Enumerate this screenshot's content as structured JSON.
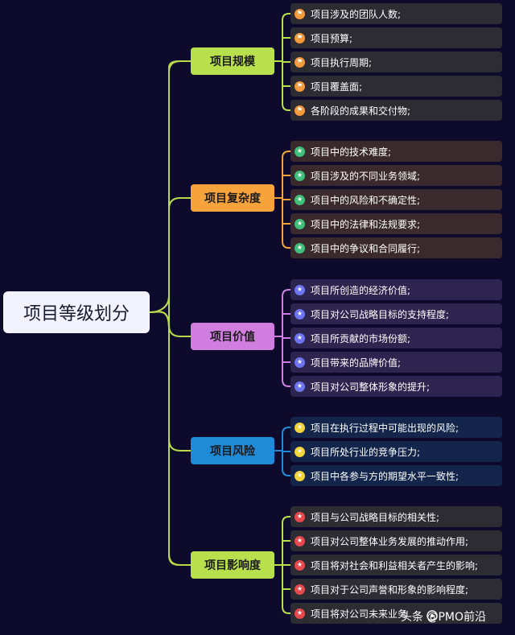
{
  "root": {
    "label": "项目等级划分"
  },
  "colors": {
    "background": "#0d0a2b",
    "root_fill": "#f1f4ff",
    "connector": "#b7d94a"
  },
  "branches": [
    {
      "label": "项目规模",
      "color": "#b7e04c",
      "leaf_bg": "#2d2c33",
      "icon": "flag-icon",
      "icon_color": "#f39a3a",
      "icon_glyph": "⚑",
      "leaves": [
        "项目涉及的团队人数;",
        "项目预算;",
        "项目执行周期;",
        "项目覆盖面;",
        "各阶段的成果和交付物;"
      ]
    },
    {
      "label": "项目复杂度",
      "color": "#f5a33a",
      "leaf_bg": "#3a2a2e",
      "icon": "star-icon",
      "icon_color": "#3fbf7a",
      "icon_glyph": "★",
      "leaves": [
        "项目中的技术难度;",
        "项目涉及的不同业务领域;",
        "项目中的风险和不确定性;",
        "项目中的法律和法规要求;",
        "项目中的争议和合同履行;"
      ]
    },
    {
      "label": "项目价值",
      "color": "#d07fe0",
      "leaf_bg": "#2e2450",
      "icon": "star-icon",
      "icon_color": "#6d74f0",
      "icon_glyph": "★",
      "leaves": [
        "项目所创造的经济价值;",
        "项目对公司战略目标的支持程度;",
        "项目所贡献的市场份额;",
        "项目带来的品牌价值;",
        "项目对公司整体形象的提升;"
      ]
    },
    {
      "label": "项目风险",
      "color": "#1f8bd8",
      "leaf_bg": "#13254a",
      "icon": "star-icon",
      "icon_color": "#f3d43a",
      "icon_glyph": "★",
      "leaves": [
        "项目在执行过程中可能出现的风险;",
        "项目所处行业的竞争压力;",
        "项目中各参与方的期望水平一致性;"
      ]
    },
    {
      "label": "项目影响度",
      "color": "#b7e04c",
      "leaf_bg": "#2d2c33",
      "icon": "star-icon",
      "icon_color": "#e5484d",
      "icon_glyph": "★",
      "leaves": [
        "项目与公司战略目标的相关性;",
        "项目对公司整体业务发展的推动作用;",
        "项目将对社会和利益相关者产生的影响;",
        "项目对于公司声誉和形象的影响程度;",
        "项目将对公司未来业务"
      ]
    }
  ],
  "watermark": {
    "text": "头条 @PMO前沿"
  }
}
